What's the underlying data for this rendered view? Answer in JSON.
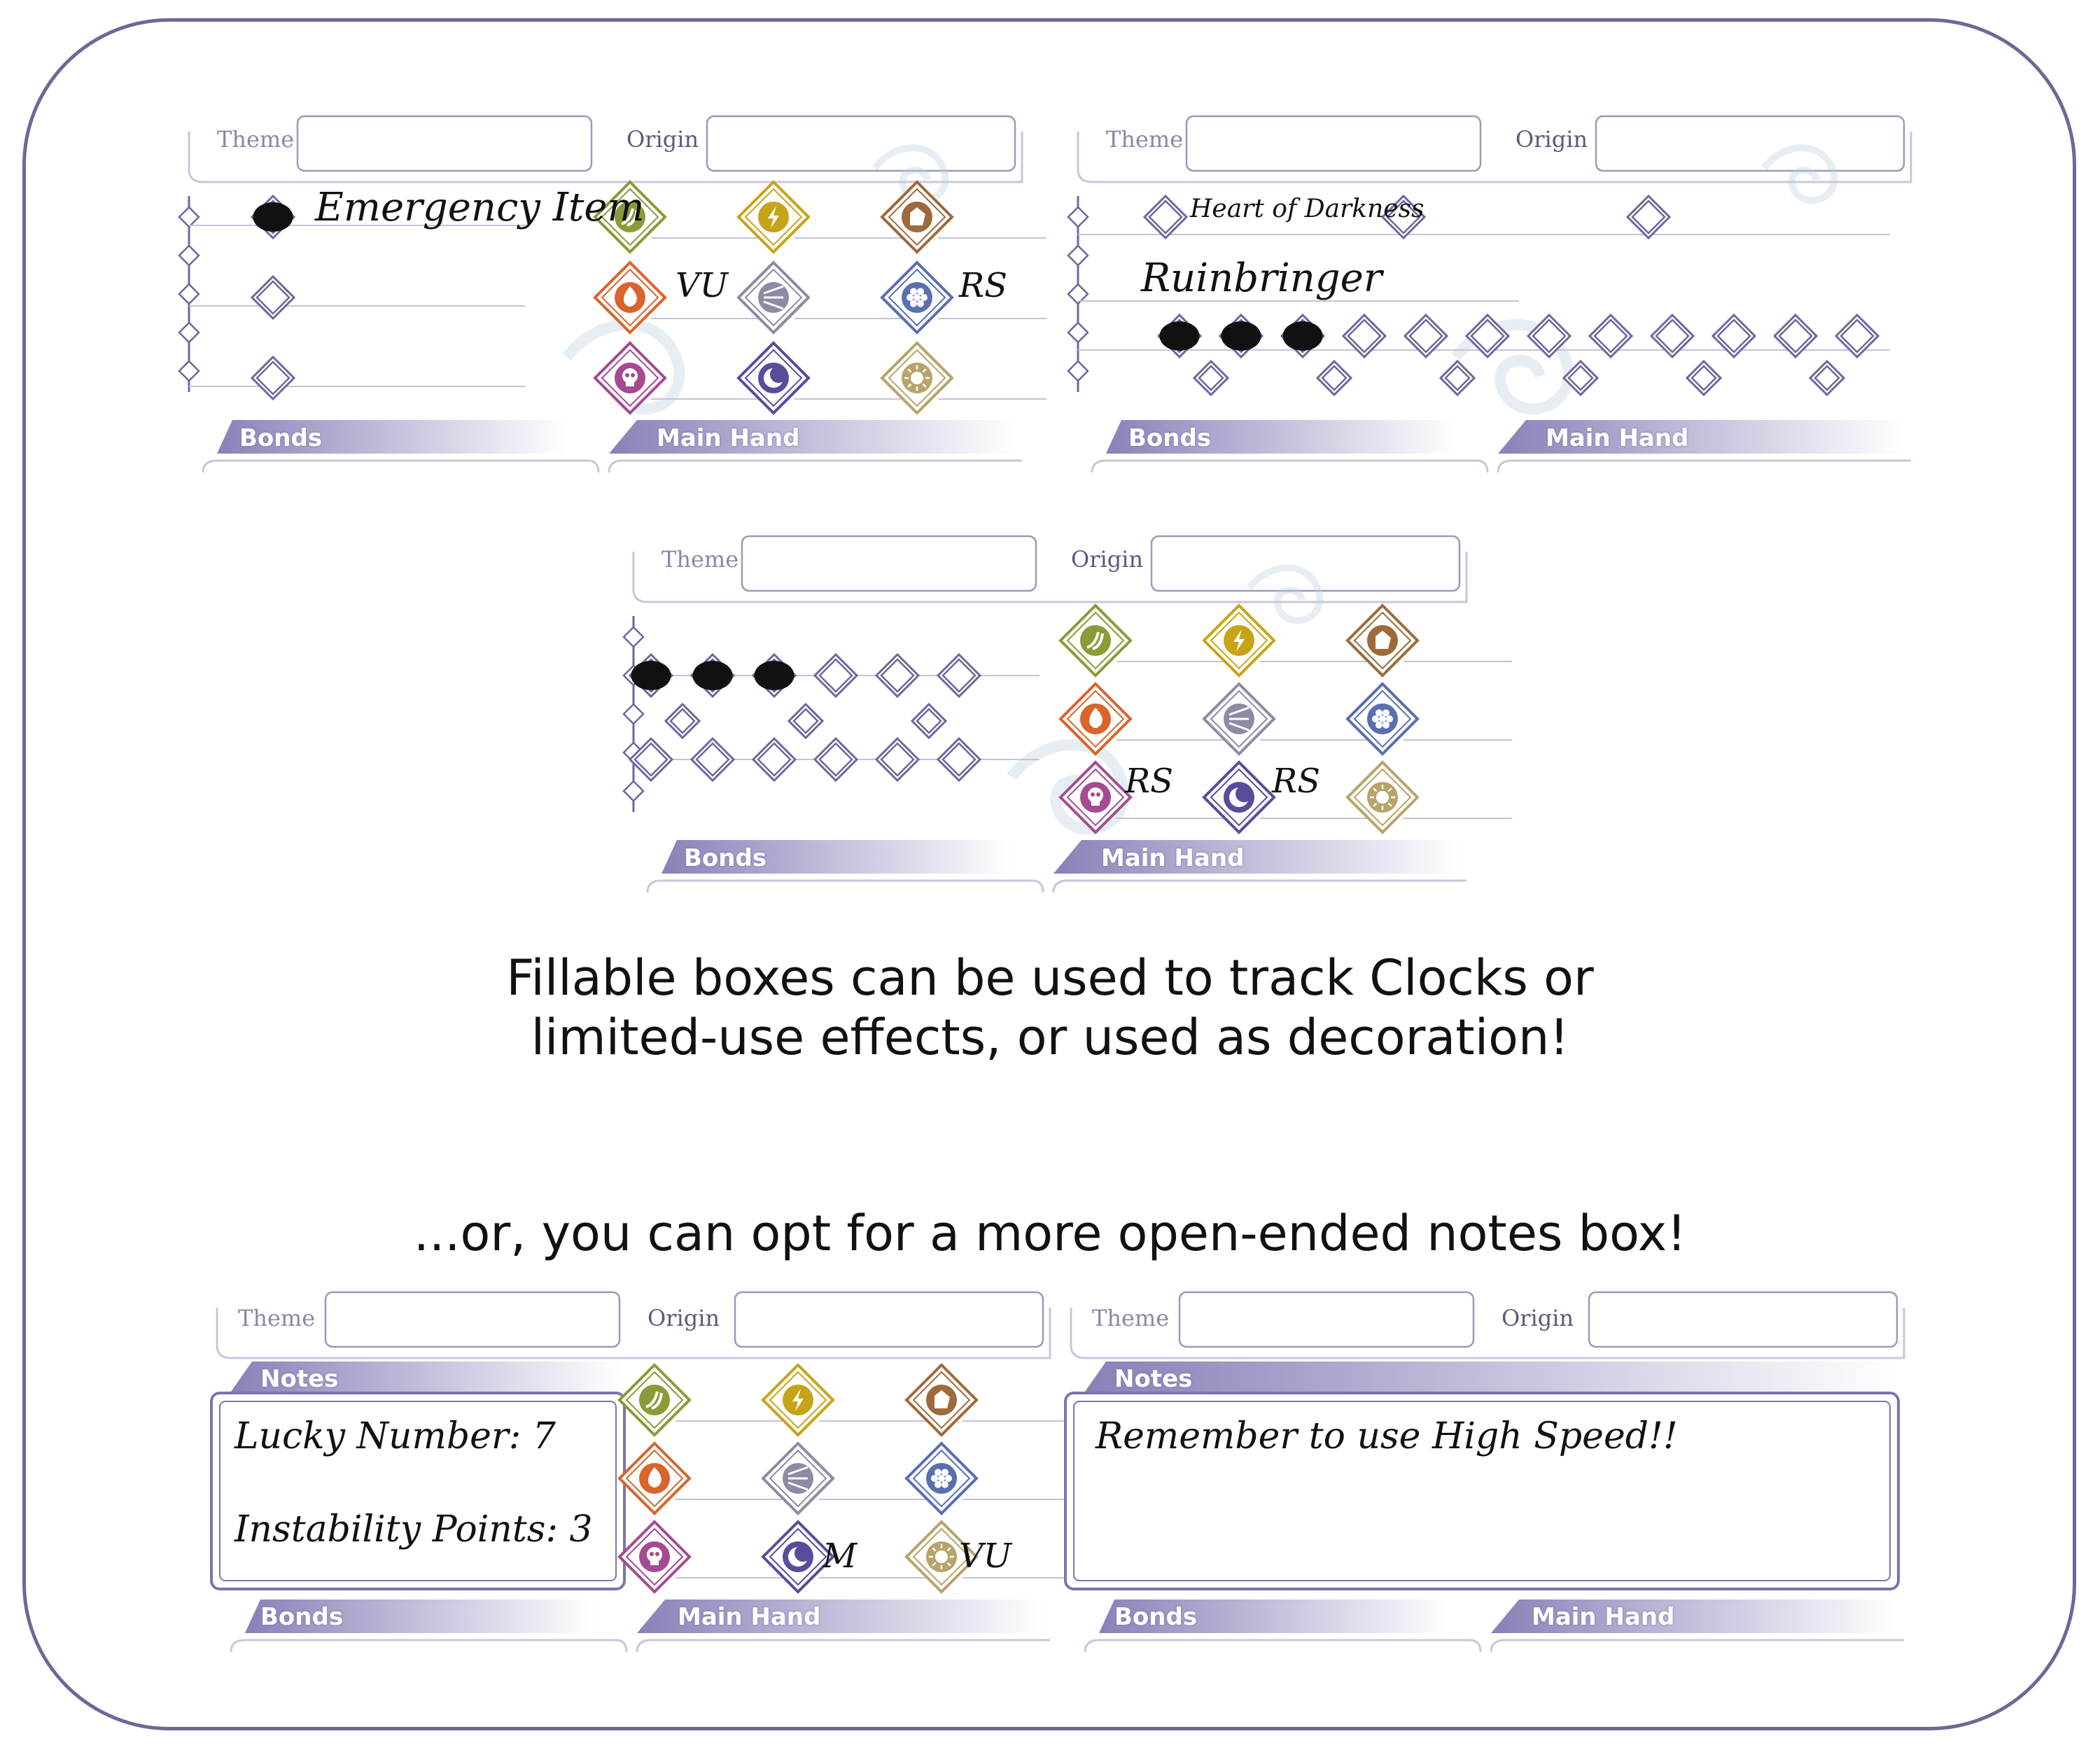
{
  "labels": {
    "theme": "Theme",
    "origin": "Origin",
    "bonds": "Bonds",
    "main_hand": "Main Hand",
    "notes": "Notes"
  },
  "sheet1": {
    "item": "Emergency Item",
    "fire_tag": "VU",
    "ice_tag": "RS"
  },
  "sheet2": {
    "title1": "Heart of Darkness",
    "title2": "Ruinbringer"
  },
  "sheet3": {
    "skull_tag": "RS",
    "moon_tag": "RS"
  },
  "caption": {
    "line1": "Fillable boxes can be used to track Clocks or",
    "line2": "limited-use effects, or used as decoration!",
    "line3": "...or, you can opt for a more open-ended notes box!"
  },
  "sheet4": {
    "note1": "Lucky Number: 7",
    "note2": "Instability Points: 3",
    "moon_tag": "M",
    "sun_tag": "VU"
  },
  "sheet5": {
    "note": "Remember to use High Speed!!"
  },
  "colors": {
    "frame": "#6e6796",
    "diamond": "#6f659e",
    "banana": "#8c9a38",
    "bolt": "#c6a418",
    "earth": "#9e6a3b",
    "fire": "#d9642c",
    "wind": "#8f8aa3",
    "ice": "#5a6fb0",
    "poison": "#a64a92",
    "dark": "#5a4c9b",
    "light": "#b7a46a"
  }
}
